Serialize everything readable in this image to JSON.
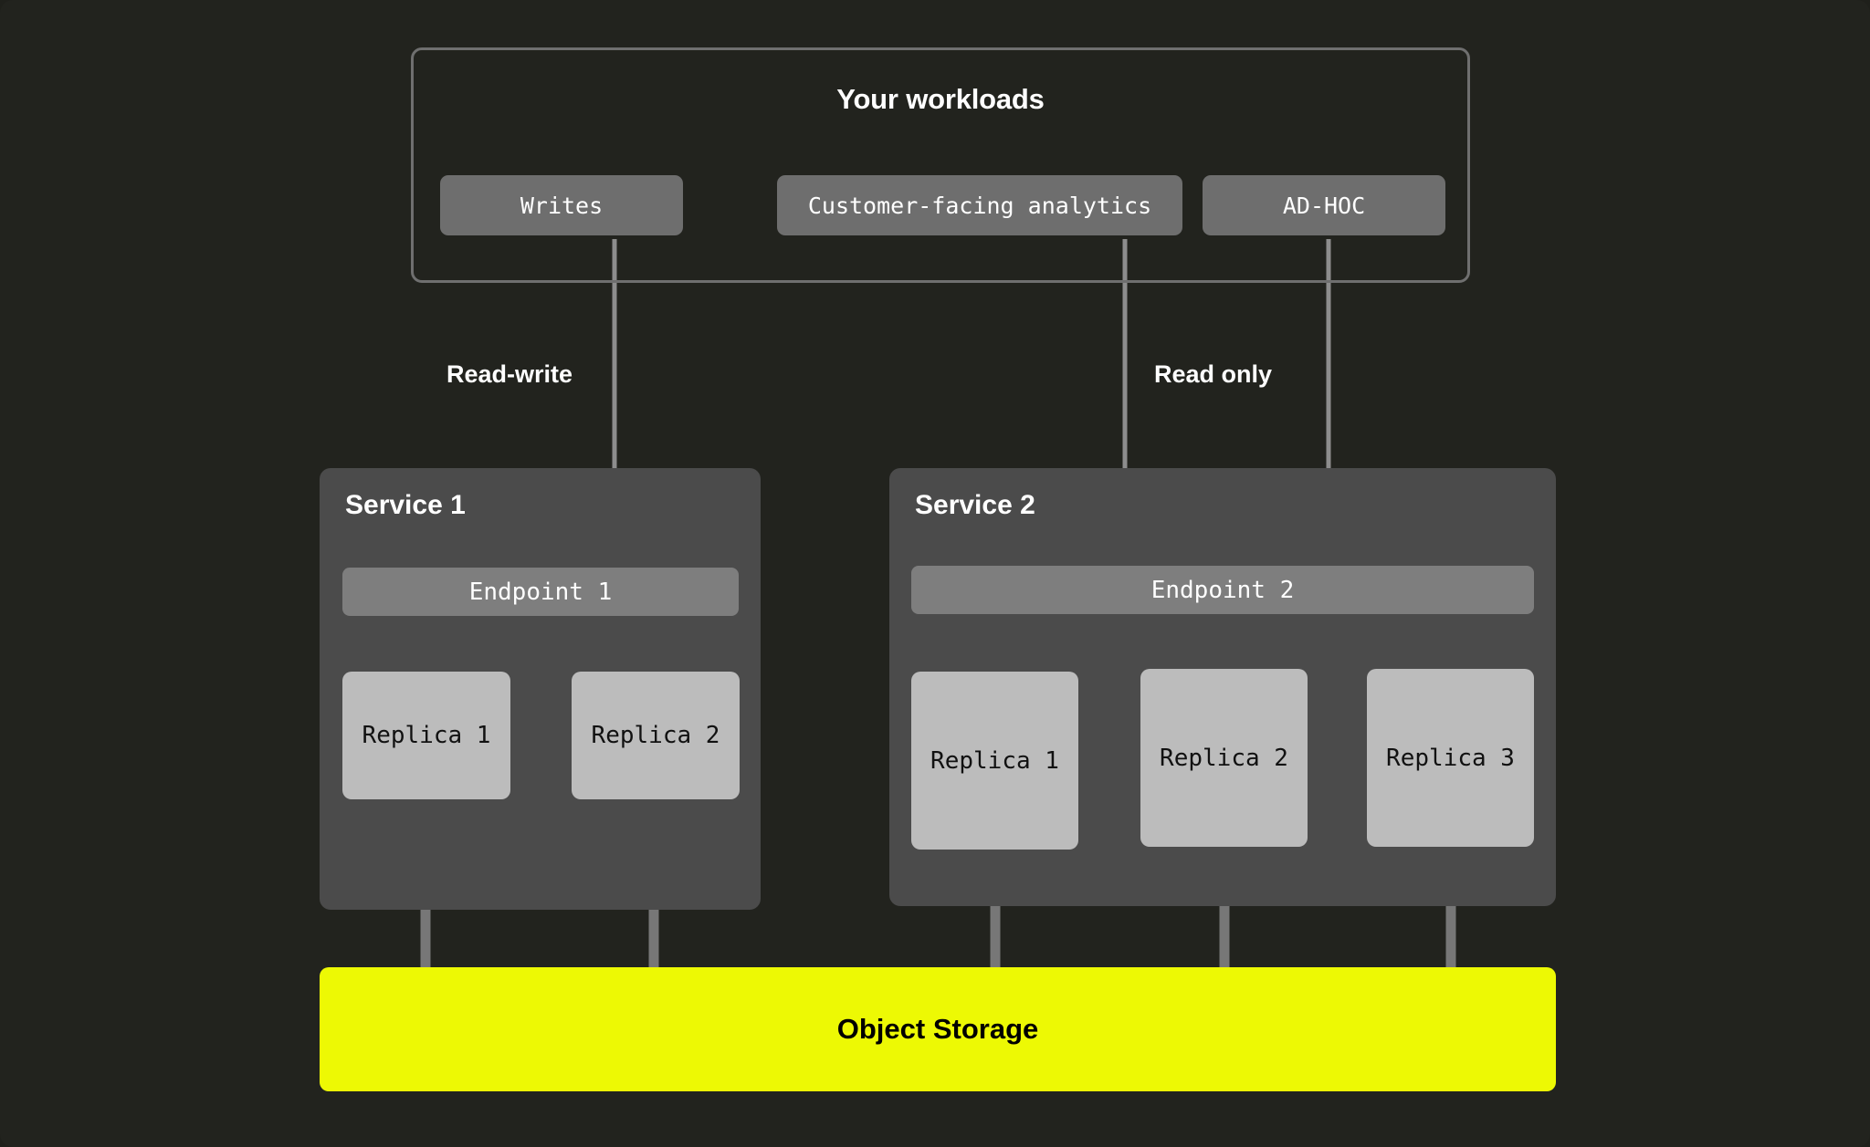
{
  "diagram": {
    "title": "Your workloads",
    "background_color": "#22231e",
    "accent_color": "#edf904"
  },
  "workloads": {
    "title": "Your workloads",
    "chips": [
      {
        "label": "Writes"
      },
      {
        "label": "Customer-facing analytics"
      },
      {
        "label": "AD-HOC"
      }
    ]
  },
  "flows": {
    "read_write_label": "Read-write",
    "read_only_label": "Read only"
  },
  "services": [
    {
      "title": "Service 1",
      "endpoint": "Endpoint 1",
      "replicas": [
        {
          "label": "Replica 1"
        },
        {
          "label": "Replica 2"
        }
      ]
    },
    {
      "title": "Service 2",
      "endpoint": "Endpoint 2",
      "replicas": [
        {
          "label": "Replica 1"
        },
        {
          "label": "Replica 2"
        },
        {
          "label": "Replica 3"
        }
      ]
    }
  ],
  "storage": {
    "label": "Object Storage"
  }
}
